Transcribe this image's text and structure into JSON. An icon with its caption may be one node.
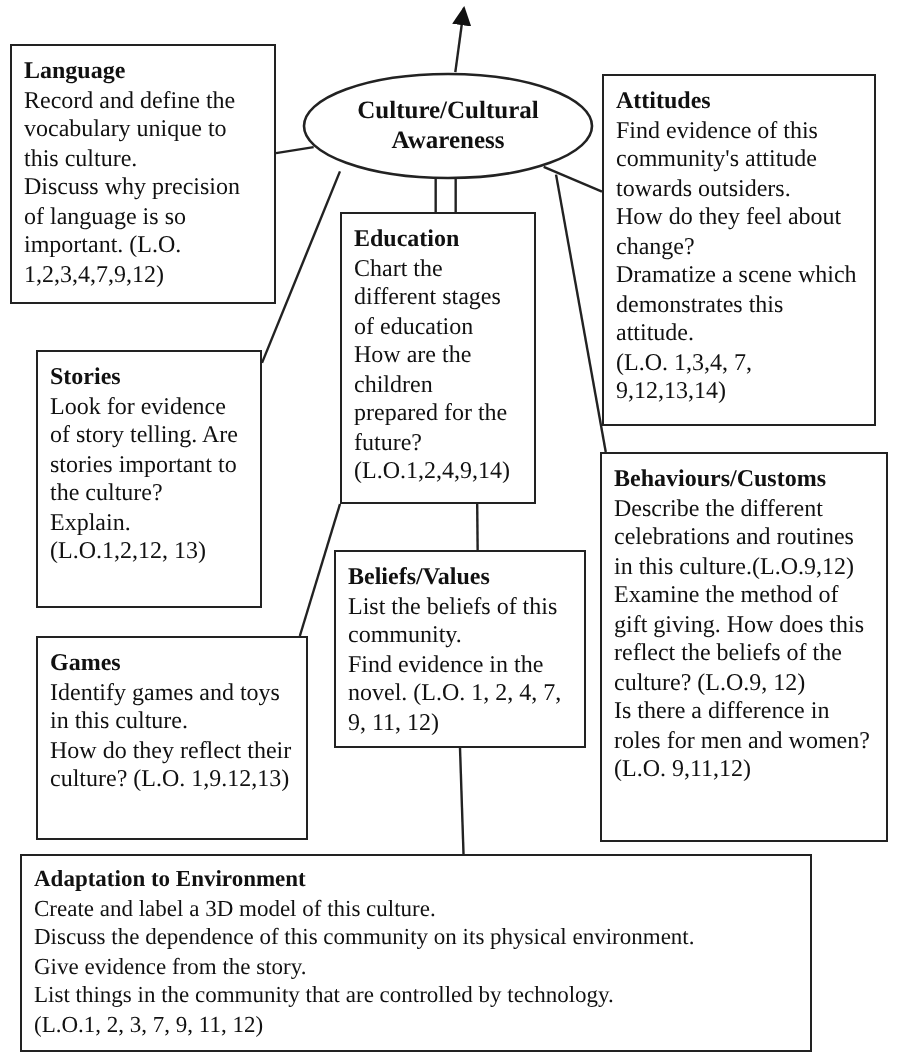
{
  "diagram": {
    "nodes": [
      {
        "text": [
          "Culture/Cultural Awareness"
        ]
      },
      {
        "text": [
          "Language",
          "Record and define the vocabulary unique to this culture.",
          "Discuss why precision of language is so important. (L.O. 1,2,3,4,7,9,12)"
        ]
      },
      {
        "text": [
          "Attitudes",
          "Find evidence of this community's attitude towards outsiders.",
          "How do they feel about change?",
          "Dramatize a scene which demonstrates this attitude.",
          "(L.O. 1,3,4, 7, 9,12,13,14)"
        ]
      },
      {
        "text": [
          "Education",
          "Chart the different stages of education",
          "How are the children prepared for the future? (L.O.1,2,4,9,14)"
        ]
      },
      {
        "text": [
          "Stories",
          "Look for evidence of story telling. Are stories important to the culture? Explain. (L.O.1,2,12, 13)"
        ]
      },
      {
        "text": [
          "Behaviours/Customs",
          "Describe the different celebrations  and routines in this culture.(L.O.9,12)",
          "Examine the method of gift giving. How does this reflect the beliefs of the culture? (L.O.9, 12)",
          "Is there a difference in roles for men and women? (L.O. 9,11,12)"
        ]
      },
      {
        "text": [
          "Beliefs/Values",
          "List the beliefs of this community.",
          "Find evidence in the novel. (L.O. 1, 2, 4, 7, 9, 11, 12)"
        ]
      },
      {
        "text": [
          "Games",
          "Identify games and toys in this culture.",
          "How do they reflect their culture? (L.O. 1,9.12,13)"
        ]
      },
      {
        "text": [
          "Adaptation to Environment",
          "Create and label a 3D model of this culture.",
          "Discuss the dependence of this community on its physical environment.",
          "Give evidence from the story.",
          "List things in the community that are controlled by technology.",
          "(L.O.1, 2, 3, 7, 9, 11, 12)"
        ]
      }
    ],
    "edges": [
      {
        "from": 0,
        "to": null,
        "arrow": "to"
      },
      {
        "from": 0,
        "to": 1,
        "arrow": "none"
      },
      {
        "from": 0,
        "to": 4,
        "arrow": "none"
      },
      {
        "from": 0,
        "to": 3,
        "arrow": "none"
      },
      {
        "from": 0,
        "to": 2,
        "arrow": "none"
      },
      {
        "from": 0,
        "to": 5,
        "arrow": "none"
      },
      {
        "from": 7,
        "to": 3,
        "arrow": "none"
      },
      {
        "from": 3,
        "to": 6,
        "arrow": "none"
      },
      {
        "from": 6,
        "to": 8,
        "arrow": "none"
      }
    ]
  }
}
